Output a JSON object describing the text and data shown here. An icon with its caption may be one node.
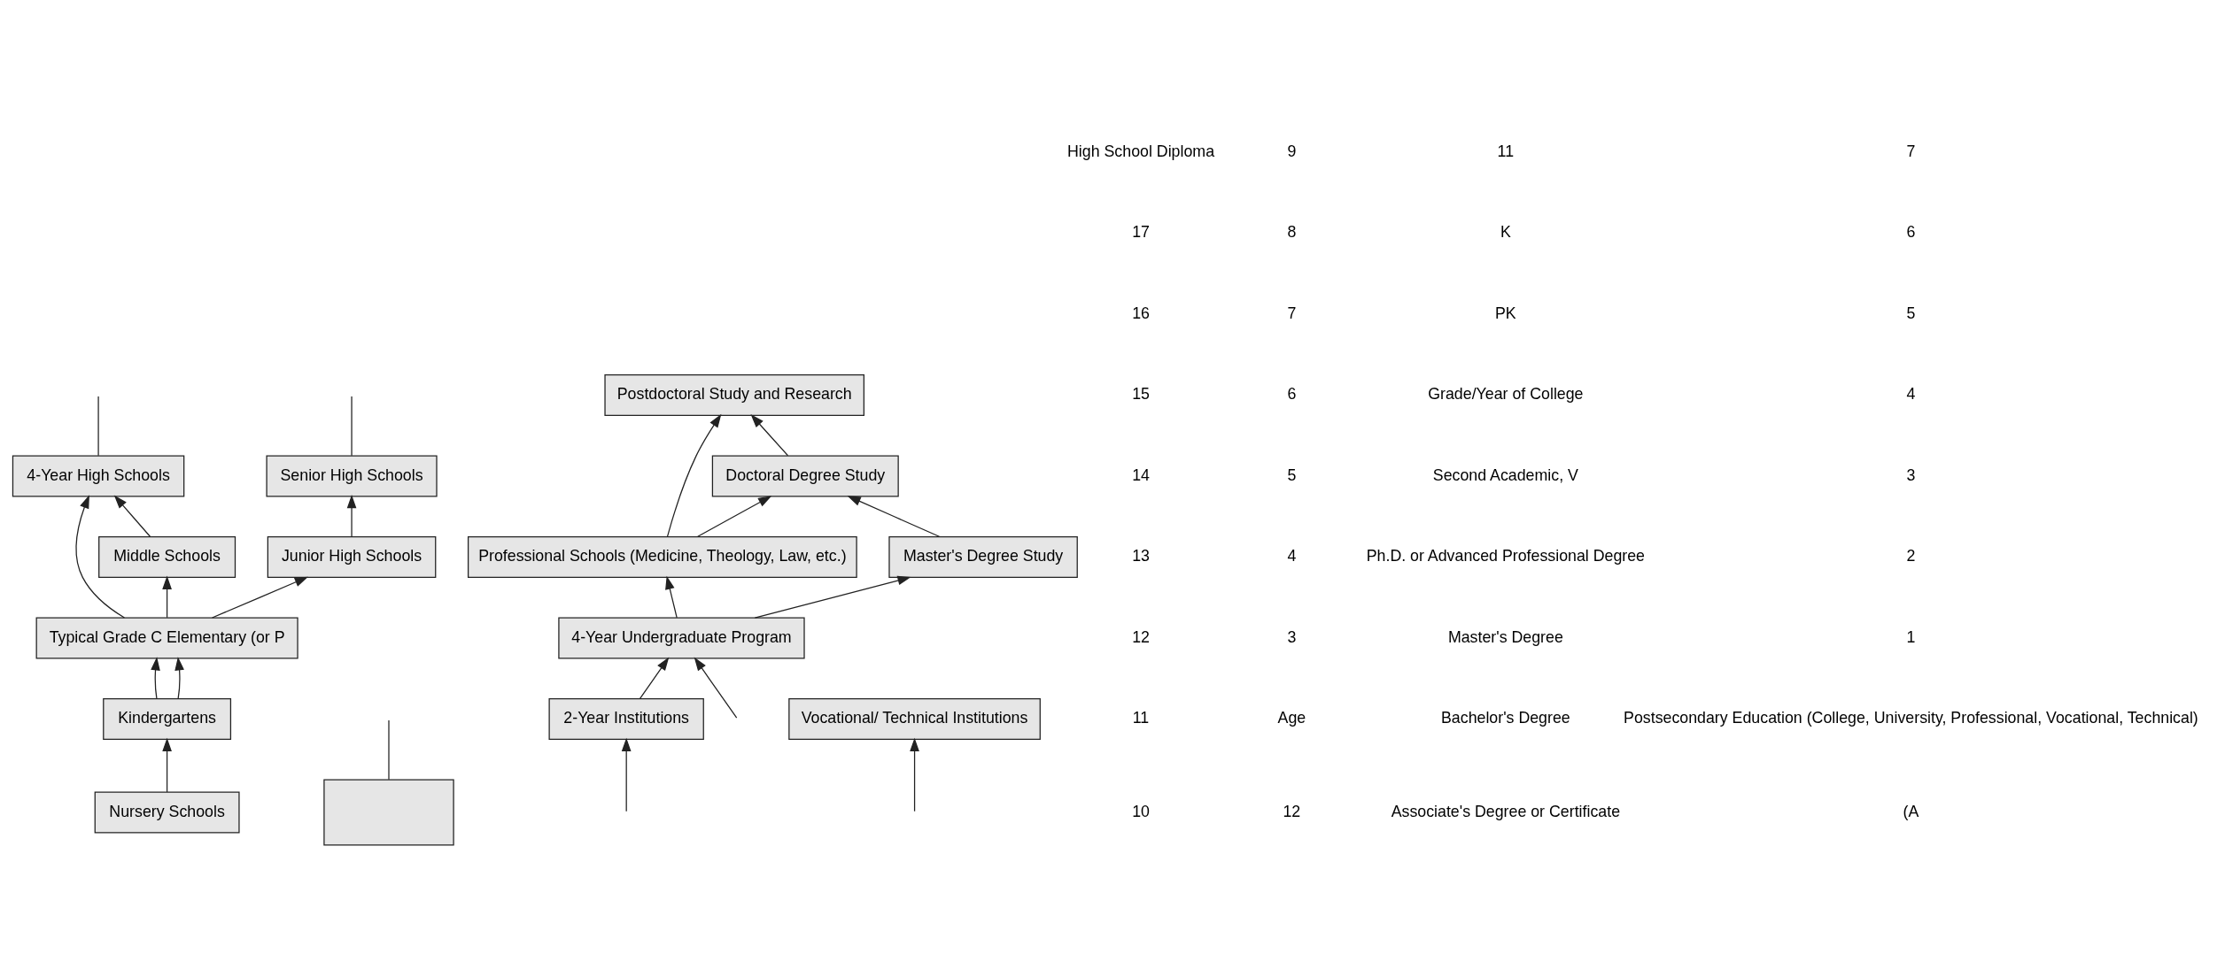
{
  "diagram": {
    "nodes": [
      {
        "text": [
          "4-Year High Schools"
        ]
      },
      {
        "text": [
          "Senior High Schools"
        ]
      },
      {
        "text": [],
        "shape": "box"
      },
      {
        "text": [
          "Junior High Schools"
        ]
      },
      {
        "text": [
          "Middle Schools"
        ]
      },
      {
        "text": [
          "Typical Grade C Elementary (or P"
        ]
      },
      {
        "text": [
          "Kindergartens"
        ]
      },
      {
        "text": [
          "Nursery Schools"
        ]
      },
      {
        "text": [
          "Postdoctoral Study and Research"
        ]
      },
      {
        "text": [
          "Doctoral Degree Study"
        ]
      },
      {
        "text": [
          "Professional Schools (Medicine, Theology, Law, etc.)"
        ]
      },
      {
        "text": [
          "Master's Degree Study"
        ]
      },
      {
        "text": [
          "4-Year Undergraduate Program"
        ]
      },
      {
        "text": [
          "Vocational/ Technical Institutions"
        ]
      },
      {
        "text": [
          "2-Year Institutions"
        ]
      }
    ],
    "edges": [
      {
        "from": 5,
        "to": 0,
        "arrow": "to"
      },
      {
        "from": 4,
        "to": 0,
        "arrow": "to"
      },
      {
        "from": 3,
        "to": 1,
        "arrow": "to"
      },
      {
        "from": 5,
        "to": 3,
        "arrow": "to"
      },
      {
        "from": 5,
        "to": 4,
        "arrow": "to"
      },
      {
        "from": 6,
        "to": 5,
        "arrow": "to"
      },
      {
        "from": 6,
        "to": 5,
        "arrow": "to"
      },
      {
        "from": 7,
        "to": 6,
        "arrow": "to"
      },
      {
        "from": 0,
        "to": null,
        "arrow": "none"
      },
      {
        "from": 1,
        "to": null,
        "arrow": "none"
      },
      {
        "from": 2,
        "to": null,
        "arrow": "none"
      },
      {
        "from": 9,
        "to": 8,
        "arrow": "to"
      },
      {
        "from": 10,
        "to": 8,
        "arrow": "to"
      },
      {
        "from": 10,
        "to": 9,
        "arrow": "to"
      },
      {
        "from": 11,
        "to": 9,
        "arrow": "to"
      },
      {
        "from": 12,
        "to": 11,
        "arrow": "to"
      },
      {
        "from": 12,
        "to": 10,
        "arrow": "to"
      },
      {
        "from": 14,
        "to": 12,
        "arrow": "to"
      },
      {
        "from": null,
        "to": 13,
        "arrow": "to"
      },
      {
        "from": null,
        "to": 14,
        "arrow": "to"
      },
      {
        "from": null,
        "to": 12,
        "arrow": "to"
      }
    ],
    "labels": [
      "High School Diploma",
      "17",
      "16",
      "15",
      "14",
      "13",
      "12",
      "11",
      "10",
      "9",
      "8",
      "7",
      "6",
      "5",
      "4",
      "3",
      "Age",
      "12",
      "11",
      "K",
      "PK",
      "Grade/Year of College",
      "Second Academic, V",
      "Ph.D. or Advanced Professional Degree",
      "Master's Degree",
      "Bachelor's Degree",
      "Associate's Degree or Certificate",
      "7",
      "6",
      "5",
      "4",
      "3",
      "2",
      "1",
      "Postsecondary Education (College, University, Professional, Vocational, Technical)",
      "(A"
    ]
  }
}
